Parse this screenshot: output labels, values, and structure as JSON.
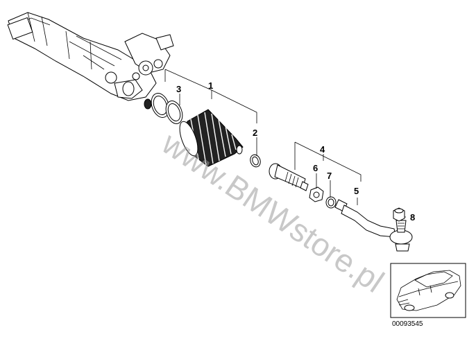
{
  "watermark": "www.BMWstore.pl",
  "reference_number": "00093545",
  "callouts": [
    "1",
    "2",
    "3",
    "4",
    "5",
    "6",
    "7",
    "8"
  ],
  "colors": {
    "line": "#000000",
    "watermark": "#9a9a9a",
    "thumbnail_border": "#000000"
  }
}
